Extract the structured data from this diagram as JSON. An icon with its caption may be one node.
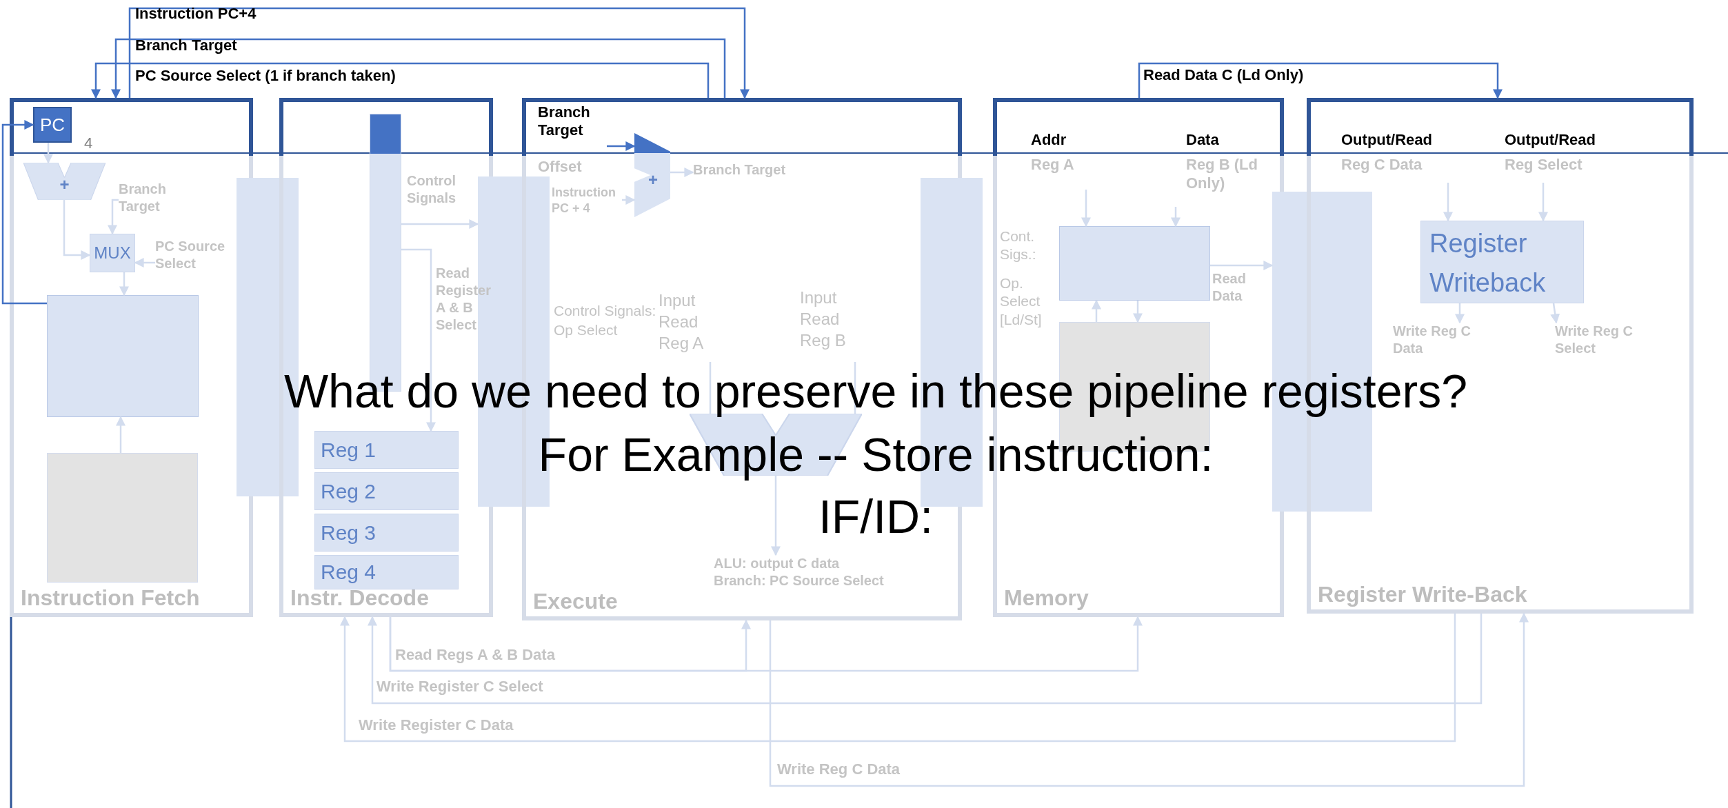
{
  "diagram": {
    "nodes": [
      {
        "text": [
          "Instruction Fetch"
        ]
      },
      {
        "text": [
          "PC"
        ],
        "in": 0
      },
      {
        "text": [
          "+"
        ],
        "in": 0
      },
      {
        "text": [
          "MUX"
        ],
        "in": 0
      },
      {
        "text": [
          "Branch Target"
        ],
        "in": 0
      },
      {
        "text": [
          "PC Source Select"
        ],
        "in": 0
      },
      {
        "text": [],
        "shape": "box",
        "in": 0
      },
      {
        "text": [],
        "shape": "box",
        "in": 0
      },
      {
        "text": [],
        "shape": "bar"
      },
      {
        "text": [
          "Instr. Decode"
        ]
      },
      {
        "text": [],
        "shape": "bar",
        "in": 9
      },
      {
        "text": [
          "Reg 1"
        ],
        "in": 9
      },
      {
        "text": [
          "Reg 2"
        ],
        "in": 9
      },
      {
        "text": [
          "Reg 3"
        ],
        "in": 9
      },
      {
        "text": [
          "Reg 4"
        ],
        "in": 9
      },
      {
        "text": [],
        "shape": "bar"
      },
      {
        "text": [
          "Execute"
        ]
      },
      {
        "text": [
          "Branch Target",
          "Offset"
        ],
        "in": 16
      },
      {
        "text": [
          "Instruction PC + 4"
        ],
        "in": 16
      },
      {
        "text": [
          "+"
        ],
        "in": 16
      },
      {
        "text": [
          "Branch Target"
        ],
        "in": 16
      },
      {
        "text": [
          "Input Read Reg A"
        ],
        "in": 16
      },
      {
        "text": [
          "Input Read Reg B"
        ],
        "in": 16
      },
      {
        "text": [],
        "shape": "trapezoid",
        "in": 16
      },
      {
        "text": [
          "ALU: output C data",
          "Branch: PC Source Select"
        ],
        "in": 16
      },
      {
        "text": [],
        "shape": "bar"
      },
      {
        "text": [
          "Memory"
        ]
      },
      {
        "text": [
          "Addr",
          "Reg A"
        ],
        "in": 26
      },
      {
        "text": [
          "Data",
          "Reg B (Ld Only)"
        ],
        "in": 26
      },
      {
        "text": [],
        "shape": "box",
        "in": 26
      },
      {
        "text": [],
        "shape": "box",
        "in": 26
      },
      {
        "text": [],
        "shape": "bar"
      },
      {
        "text": [
          "Register Write-Back"
        ]
      },
      {
        "text": [
          "Output/Read",
          "Reg C Data"
        ],
        "in": 32
      },
      {
        "text": [
          "Output/Read",
          "Reg Select"
        ],
        "in": 32
      },
      {
        "text": [
          "Register Writeback"
        ],
        "in": 32
      },
      {
        "text": [
          "Write Reg C Data"
        ],
        "in": 32
      },
      {
        "text": [
          "Write Reg C Select"
        ],
        "in": 32
      }
    ],
    "edges": [
      {
        "from": 0,
        "to": 16,
        "arrow": "to",
        "label": "Instruction PC+4",
        "color": "#4472c4"
      },
      {
        "from": 16,
        "to": 0,
        "arrow": "to",
        "label": "Branch Target",
        "color": "#4472c4"
      },
      {
        "from": 16,
        "to": 0,
        "arrow": "to",
        "label": "PC Source Select (1 if branch taken)",
        "color": "#4472c4"
      },
      {
        "from": 26,
        "to": 32,
        "arrow": "to",
        "label": "Read Data C (Ld Only)",
        "color": "#4472c4"
      },
      {
        "from": 6,
        "to": 1,
        "arrow": "to",
        "color": "#4472c4"
      },
      {
        "from": 9,
        "to": 16,
        "arrow": "to",
        "label": "Read Regs A & B Data"
      },
      {
        "from": 9,
        "to": 26,
        "arrow": "to"
      },
      {
        "from": 32,
        "to": 9,
        "arrow": "to",
        "label": "Write Register C Select"
      },
      {
        "from": 32,
        "to": 9,
        "arrow": "to",
        "label": "Write Register C Data"
      },
      {
        "from": 16,
        "to": 32,
        "arrow": "to",
        "label": "Write Reg C Data"
      },
      {
        "from": 1,
        "to": 2,
        "arrow": "to"
      },
      {
        "from": 2,
        "to": 3,
        "arrow": "to"
      },
      {
        "from": 4,
        "to": 3,
        "arrow": "to"
      },
      {
        "from": 5,
        "to": 3,
        "arrow": "to"
      },
      {
        "from": 3,
        "to": 6,
        "arrow": "to"
      },
      {
        "from": 7,
        "to": 6,
        "arrow": "to"
      },
      {
        "from": 10,
        "to": 15,
        "arrow": "to",
        "label": "Control Signals"
      },
      {
        "from": 10,
        "to": 11,
        "arrow": "to",
        "label": "Read Register A & B Select"
      },
      {
        "from": 17,
        "to": 19,
        "arrow": "to",
        "color": "#4472c4"
      },
      {
        "from": 18,
        "to": 19,
        "arrow": "to"
      },
      {
        "from": 19,
        "to": 20,
        "arrow": "to"
      },
      {
        "from": 21,
        "to": 23,
        "arrow": "none"
      },
      {
        "from": 22,
        "to": 23,
        "arrow": "none"
      },
      {
        "from": 23,
        "to": 24,
        "arrow": "to"
      },
      {
        "from": 27,
        "to": 29,
        "arrow": "to"
      },
      {
        "from": 28,
        "to": 29,
        "arrow": "to"
      },
      {
        "from": 29,
        "to": 31,
        "arrow": "to",
        "label": "Read Data"
      },
      {
        "from": 30,
        "to": 29,
        "arrow": "to"
      },
      {
        "from": 29,
        "to": 30,
        "arrow": "to"
      },
      {
        "from": 33,
        "to": 35,
        "arrow": "to"
      },
      {
        "from": 34,
        "to": 35,
        "arrow": "to"
      },
      {
        "from": 35,
        "to": 36,
        "arrow": "to"
      },
      {
        "from": 35,
        "to": 37,
        "arrow": "to"
      }
    ],
    "labels": [
      "4",
      "Control Signals:",
      "Op Select",
      "Cont. Sigs.:",
      "Op. Select [Ld/St]",
      "What do we need to preserve in these pipeline registers?",
      "For Example -- Store instruction:",
      "IF/ID:"
    ]
  }
}
